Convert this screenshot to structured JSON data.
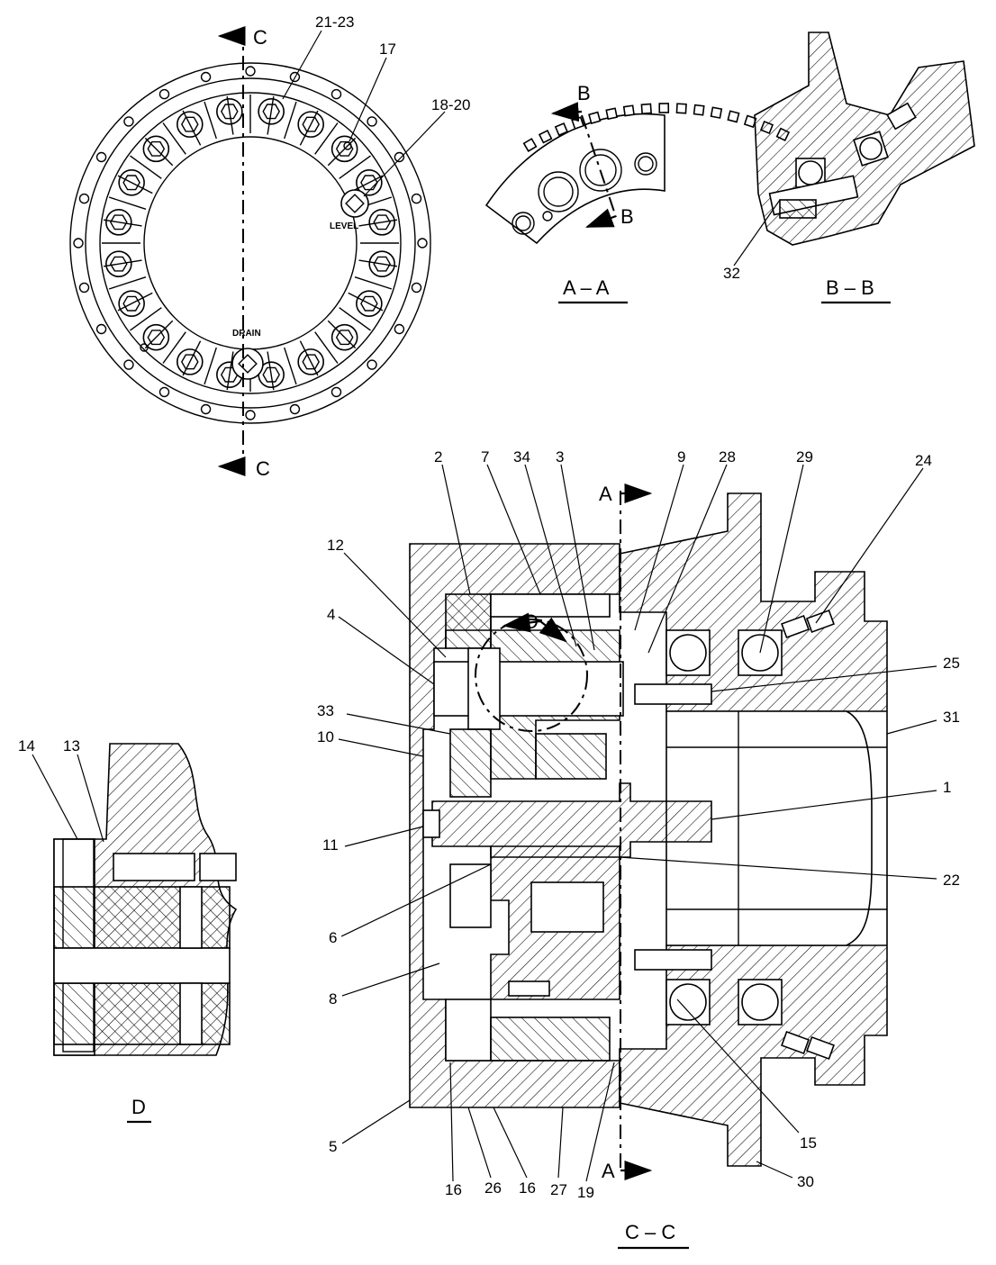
{
  "views": {
    "end_view": {
      "section_letter_top": "C",
      "section_letter_bottom": "C",
      "level_text": "LEVEL",
      "drain_text": "DRAIN"
    },
    "section_aa": {
      "title": "A – A",
      "marker_top": "B",
      "marker_bottom": "B"
    },
    "section_bb": {
      "title": "B – B"
    },
    "detail_d": {
      "title": "D"
    },
    "section_cc": {
      "title": "C – C",
      "marker_top": "A",
      "marker_bottom": "A",
      "detail_marker": "D"
    }
  },
  "callouts": {
    "c21_23": "21-23",
    "c17": "17",
    "c18_20": "18-20",
    "c32": "32",
    "c14": "14",
    "c13": "13",
    "c2": "2",
    "c7": "7",
    "c34": "34",
    "c3": "3",
    "c9": "9",
    "c28": "28",
    "c29": "29",
    "c24": "24",
    "c12": "12",
    "c4": "4",
    "c25": "25",
    "c33": "33",
    "c10": "10",
    "c31": "31",
    "c1": "1",
    "c11": "11",
    "c22": "22",
    "c6": "6",
    "c8": "8",
    "c5": "5",
    "c16a": "16",
    "c26": "26",
    "c16b": "16",
    "c27": "27",
    "c19": "19",
    "c15": "15",
    "c30": "30"
  }
}
